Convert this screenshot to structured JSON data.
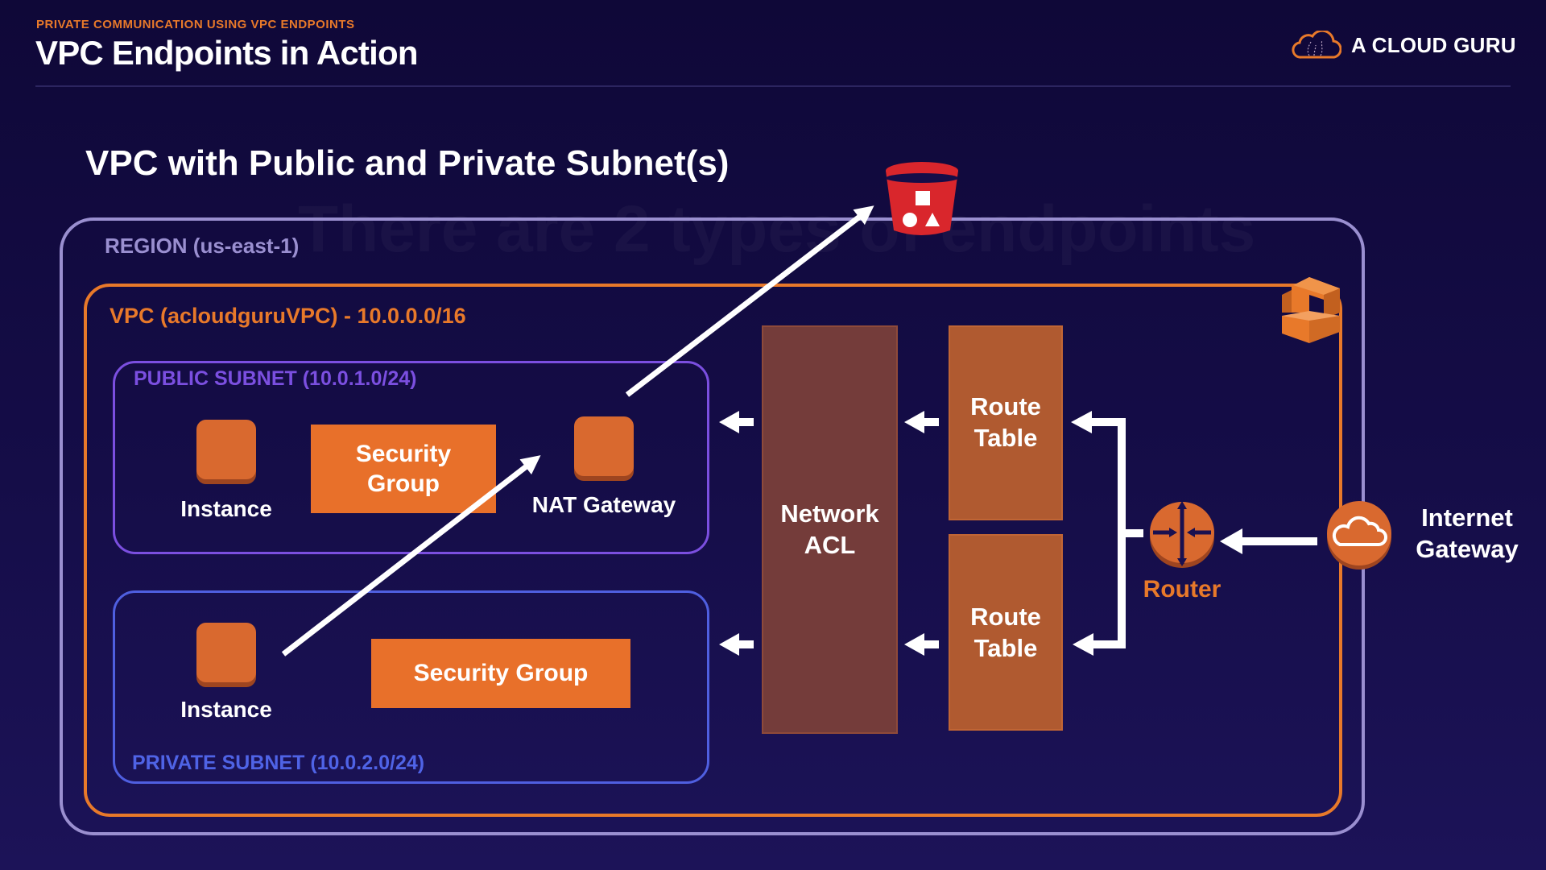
{
  "header": {
    "kicker": "PRIVATE COMMUNICATION USING VPC ENDPOINTS",
    "title": "VPC Endpoints in Action",
    "logo_text": "A CLOUD GURU",
    "logo_icon": "cloud-icon"
  },
  "slide": {
    "heading": "VPC with Public and Private Subnet(s)",
    "watermark": "There are 2 types of endpoints"
  },
  "colors": {
    "accent_orange": "#e8792a",
    "region_border": "#9a8fd0",
    "public_subnet": "#7b4fe0",
    "private_subnet": "#4f5fe0",
    "network_acl": "#743c3a",
    "route_table": "#b05a30",
    "s3_red": "#d9262c",
    "background": "#150d48"
  },
  "diagram": {
    "region": {
      "label": "REGION (us-east-1)"
    },
    "vpc": {
      "label": "VPC (acloudguruVPC) - 10.0.0.0/16",
      "icon": "aws-vpc-icon"
    },
    "public_subnet": {
      "label": "PUBLIC SUBNET (10.0.1.0/24)",
      "instance_label": "Instance",
      "security_group_label": "Security Group",
      "nat_gateway_label": "NAT Gateway"
    },
    "private_subnet": {
      "label": "PRIVATE SUBNET (10.0.2.0/24)",
      "instance_label": "Instance",
      "security_group_label": "Security Group"
    },
    "network_acl": {
      "label": "Network ACL"
    },
    "route_tables": [
      {
        "label": "Route Table"
      },
      {
        "label": "Route Table"
      }
    ],
    "router": {
      "label": "Router",
      "icon": "router-icon"
    },
    "internet_gateway": {
      "label": "Internet Gateway",
      "icon": "internet-gateway-icon"
    },
    "s3_bucket": {
      "icon": "s3-bucket-icon"
    },
    "flows": [
      {
        "from": "private-instance",
        "to": "nat-gateway"
      },
      {
        "from": "nat-gateway",
        "to": "s3-bucket"
      },
      {
        "from": "internet-gateway",
        "to": "router"
      },
      {
        "from": "router",
        "to": "route-tables"
      },
      {
        "from": "route-tables",
        "to": "network-acl"
      },
      {
        "from": "network-acl",
        "to": "subnets"
      }
    ]
  }
}
